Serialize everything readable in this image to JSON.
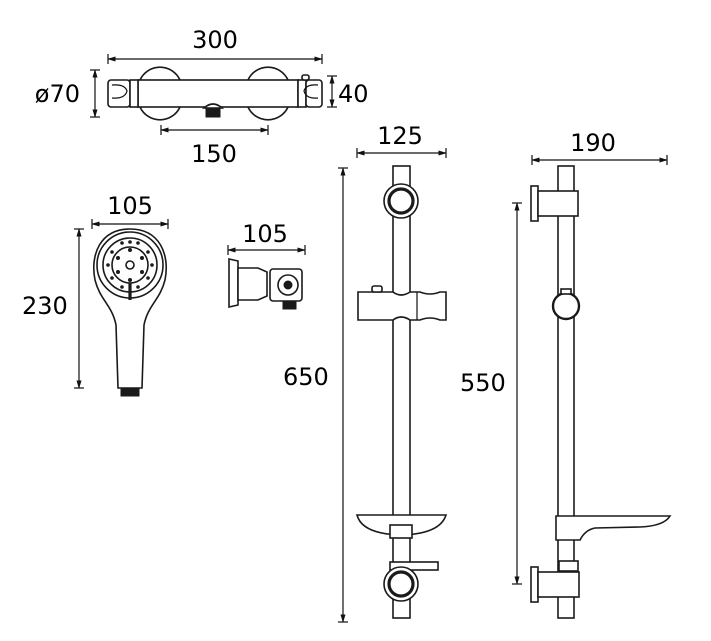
{
  "diagram": {
    "title": "",
    "components": [
      {
        "id": "thermostatic-bar-valve",
        "dimensions": {
          "width": "300",
          "diameter": "ø70",
          "depth": "40",
          "centres": "150"
        }
      },
      {
        "id": "handset",
        "dimensions": {
          "width": "105",
          "height": "230"
        }
      },
      {
        "id": "wall-outlet-elbow",
        "dimensions": {
          "projection": "105"
        }
      },
      {
        "id": "riser-rail-front",
        "dimensions": {
          "width": "125",
          "height": "650"
        }
      },
      {
        "id": "riser-rail-side",
        "dimensions": {
          "projection": "190",
          "bracket_centres": "550"
        }
      }
    ],
    "labels": {
      "valve_width": "300",
      "valve_diameter": "ø70",
      "valve_depth": "40",
      "valve_centres": "150",
      "handset_width": "105",
      "handset_height": "230",
      "outlet_projection": "105",
      "rail_front_width": "125",
      "rail_front_height": "650",
      "rail_side_projection": "190",
      "rail_side_height": "550"
    },
    "colors": {
      "line": "#111111",
      "background": "#ffffff"
    }
  }
}
